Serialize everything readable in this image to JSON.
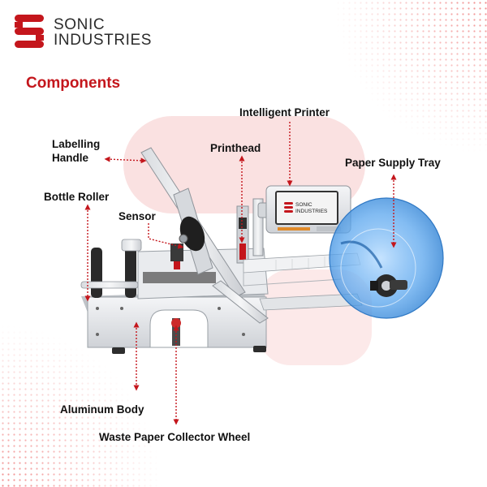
{
  "brand": {
    "line1": "SONIC",
    "line2": "INDUSTRIES",
    "color": "#c4161c"
  },
  "heading": "Components",
  "labels": {
    "intelligent_printer": "Intelligent Printer",
    "labelling_handle_1": "Labelling",
    "labelling_handle_2": "Handle",
    "printhead": "Printhead",
    "paper_supply_tray": "Paper Supply Tray",
    "bottle_roller": "Bottle Roller",
    "sensor": "Sensor",
    "aluminum_body": "Aluminum Body",
    "waste_paper_collector_wheel": "Waste Paper Collector Wheel"
  },
  "printer_screen": {
    "line1": "SONIC",
    "line2": "INDUSTRIES"
  },
  "colors": {
    "accent": "#c4161c",
    "highlight": "#f9d9d9",
    "metal": "#e6e7ea",
    "reel": "#3c8fe0"
  }
}
